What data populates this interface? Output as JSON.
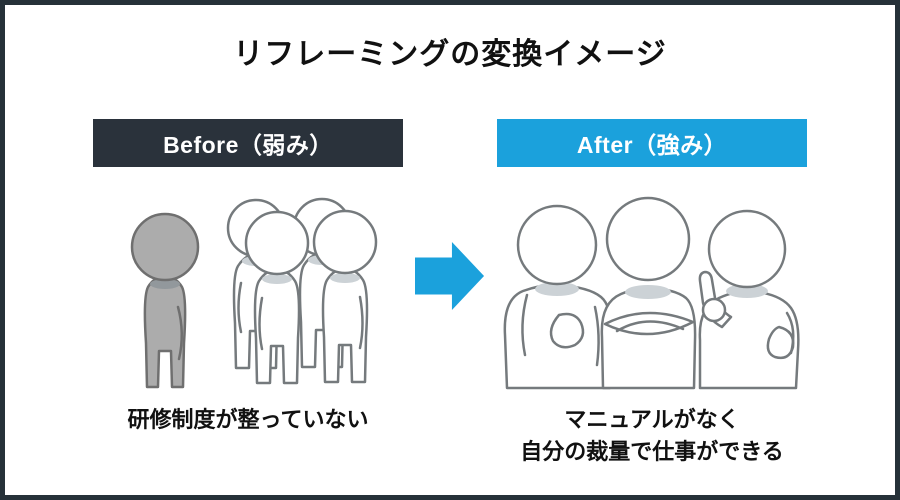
{
  "title": "リフレーミングの変換イメージ",
  "colors": {
    "border": "#263139",
    "before_bg": "#2a323b",
    "after_bg": "#1ba1dc",
    "arrow": "#1ba1dc",
    "text": "#111111",
    "header_text": "#ffffff"
  },
  "before": {
    "label": "Before（弱み）",
    "caption": "研修制度が整っていない",
    "illustration": "lone-gray-person-excluded-from-group"
  },
  "after": {
    "label": "After（強み）",
    "caption_line1": "マニュアルがなく",
    "caption_line2": "自分の裁量で仕事ができる",
    "illustration": "three-people-talking-together"
  },
  "arrow": {
    "icon": "right-arrow-icon",
    "direction": "right"
  }
}
